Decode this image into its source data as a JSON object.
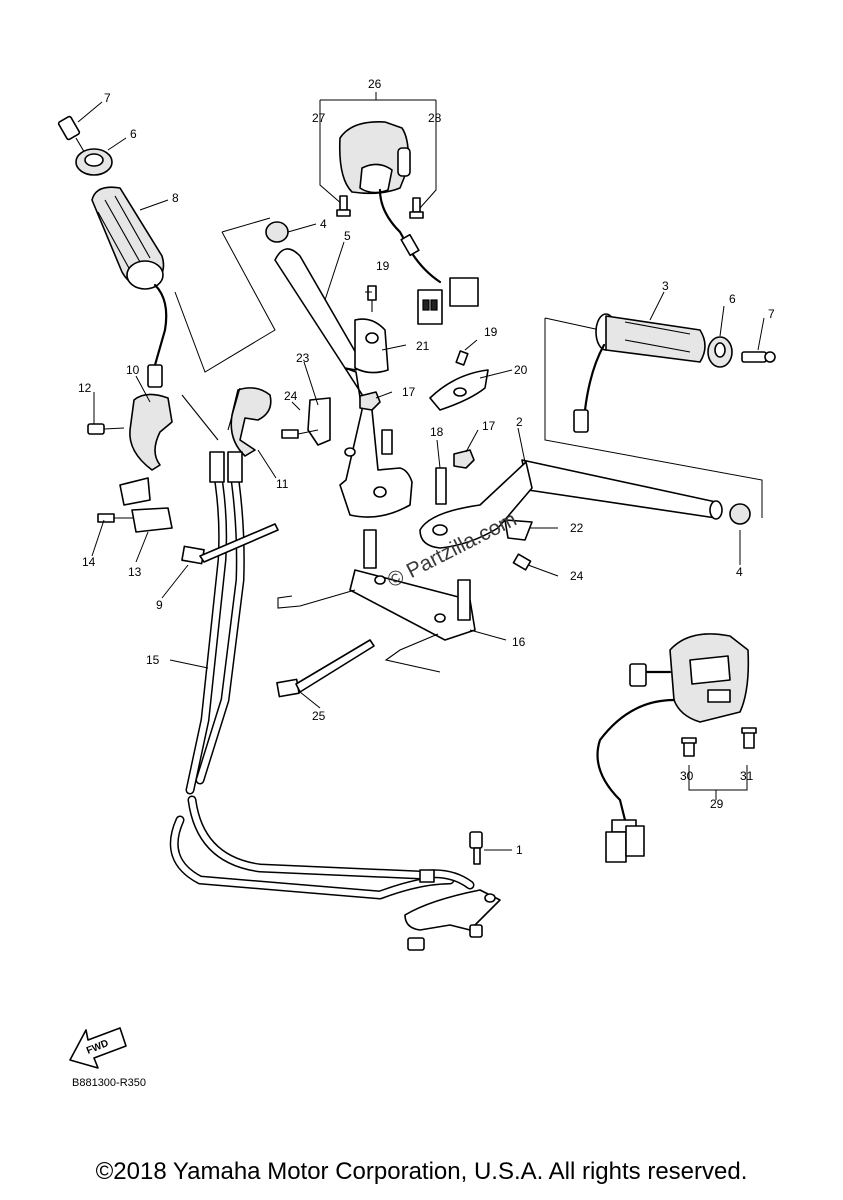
{
  "diagram_code": "B881300-R350",
  "watermark": "© Partzilla.com",
  "fwd_label": "FWD",
  "copyright": "©2018 Yamaha Motor Corporation, U.S.A. All rights reserved.",
  "callouts": {
    "c1": "1",
    "c2": "2",
    "c3": "3",
    "c4a": "4",
    "c4b": "4",
    "c5": "5",
    "c6a": "6",
    "c6b": "6",
    "c7a": "7",
    "c7b": "7",
    "c8": "8",
    "c9": "9",
    "c10": "10",
    "c11": "11",
    "c12": "12",
    "c13": "13",
    "c14": "14",
    "c15": "15",
    "c16": "16",
    "c17a": "17",
    "c17b": "17",
    "c18": "18",
    "c19a": "19",
    "c19b": "19",
    "c20": "20",
    "c21": "21",
    "c22": "22",
    "c23": "23",
    "c24a": "24",
    "c24b": "24",
    "c25": "25",
    "c26": "26",
    "c27": "27",
    "c28": "28",
    "c29": "29",
    "c30": "30",
    "c31": "31"
  },
  "colors": {
    "line": "#000000",
    "background": "#ffffff",
    "watermark": "#3a3a3a"
  }
}
